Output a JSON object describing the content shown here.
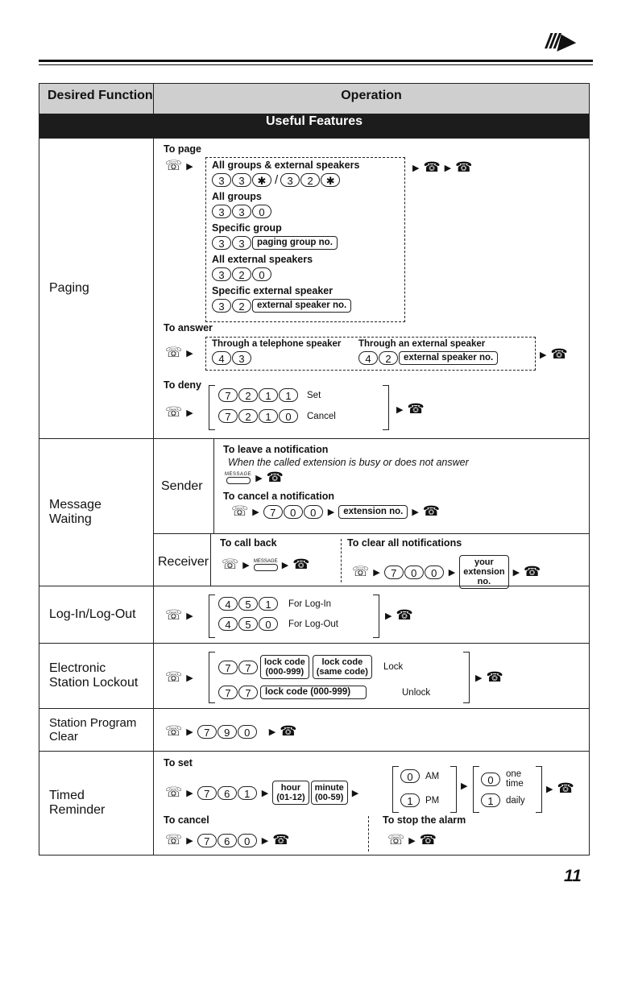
{
  "header": {
    "desired_function": "Desired Function",
    "operation": "Operation",
    "section": "Useful Features"
  },
  "icons": {
    "off_hook": "off-hook-handset-icon",
    "on_hook": "on-hook-handset-icon",
    "talk": "talk-icon",
    "arrow": "arrow-icon"
  },
  "paging": {
    "function": "Paging",
    "to_page": "To page",
    "all_groups_ext": "All groups & external speakers",
    "slash": "/",
    "all_groups": "All groups",
    "specific_group": "Specific group",
    "paging_group_no": "paging group no.",
    "all_external": "All external speakers",
    "specific_external": "Specific external speaker",
    "external_speaker_no": "external speaker no.",
    "to_answer": "To answer",
    "through_tel": "Through a telephone speaker",
    "through_ext": "Through an external speaker",
    "to_deny": "To deny",
    "set": "Set",
    "cancel": "Cancel",
    "keys": {
      "k3": "3",
      "k2": "2",
      "k0": "0",
      "k1": "1",
      "k4": "4",
      "k7": "7",
      "star": "✱"
    }
  },
  "message": {
    "function_l1": "Message",
    "function_l2": "Waiting",
    "sender": "Sender",
    "receiver": "Receiver",
    "leave": "To leave a notification",
    "leave_note": "When the called extension is busy or does not answer",
    "message_key": "MESSAGE",
    "cancel_notif": "To cancel a notification",
    "extension_no": "extension no.",
    "call_back": "To call back",
    "clear_all": "To clear all notifications",
    "your_ext_l1": "your",
    "your_ext_l2": "extension",
    "your_ext_l3": "no."
  },
  "login": {
    "function": "Log-In/Log-Out",
    "for_login": "For Log-In",
    "for_logout": "For Log-Out"
  },
  "lockout": {
    "function_l1": "Electronic",
    "function_l2": "Station Lockout",
    "lock_code_l1": "lock code",
    "lock_code_l2": "(000-999)",
    "same_l1": "lock code",
    "same_l2": "(same code)",
    "lock": "Lock",
    "lock_code_full": "lock code (000-999)",
    "unlock": "Unlock"
  },
  "program": {
    "function_l1": "Station Program",
    "function_l2": "Clear"
  },
  "timed": {
    "function_l1": "Timed",
    "function_l2": "Reminder",
    "to_set": "To set",
    "hour_l1": "hour",
    "hour_l2": "(01-12)",
    "minute_l1": "minute",
    "minute_l2": "(00-59)",
    "am": "AM",
    "pm": "PM",
    "one_l1": "one",
    "one_l2": "time",
    "daily": "daily",
    "to_cancel": "To cancel",
    "stop_alarm": "To stop the alarm"
  },
  "page_number": "11"
}
